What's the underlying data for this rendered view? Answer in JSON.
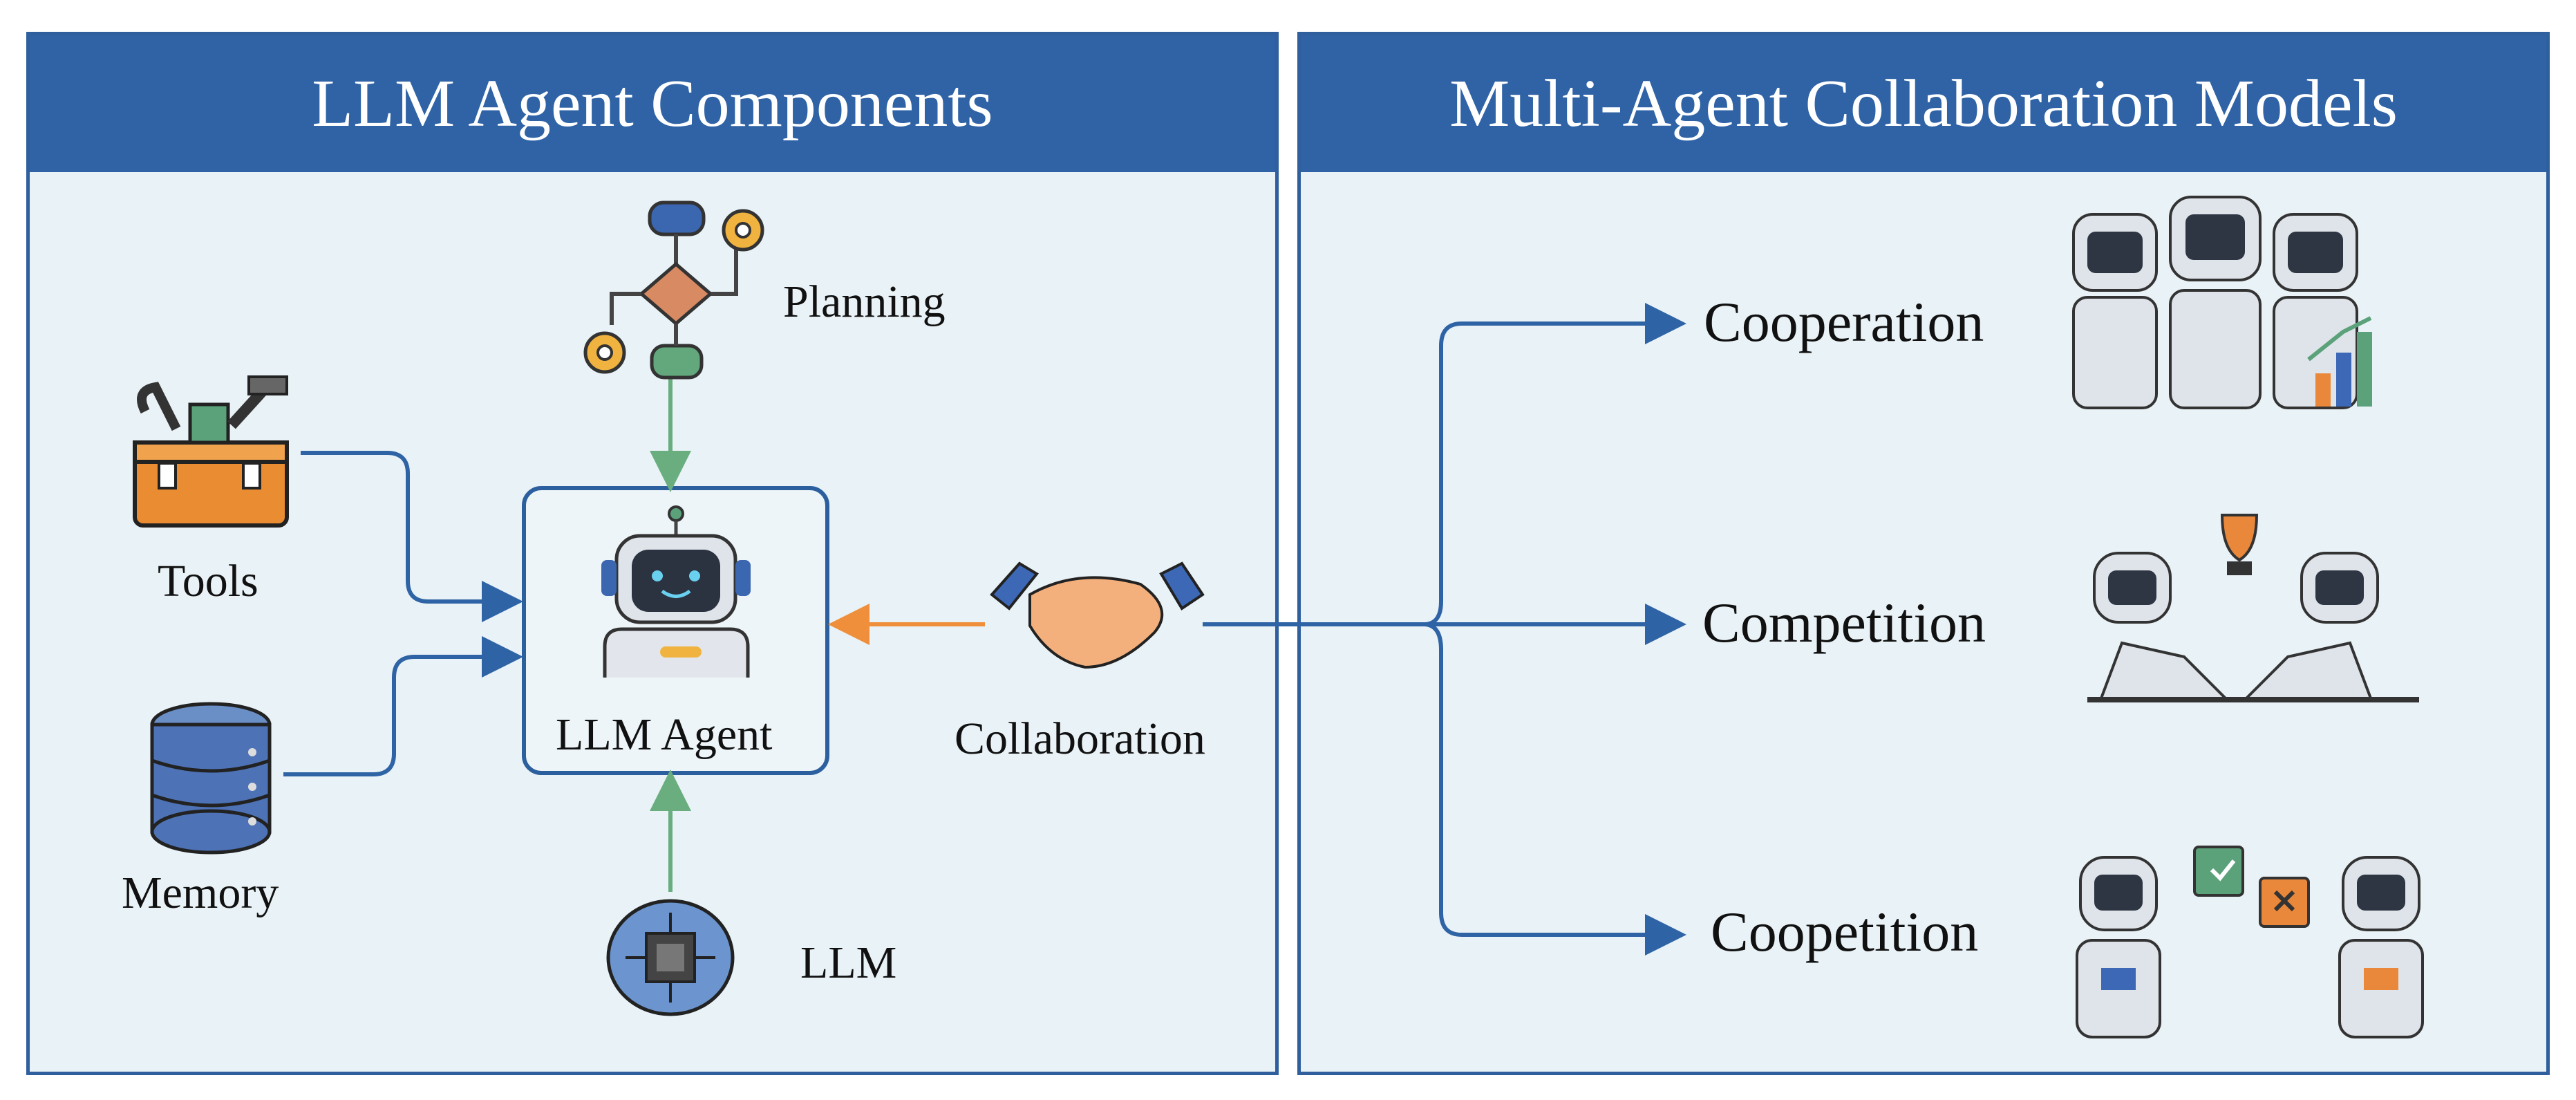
{
  "panels": {
    "left_title": "LLM Agent Components",
    "right_title": "Multi-Agent Collaboration Models"
  },
  "components": {
    "planning": "Planning",
    "tools": "Tools",
    "memory": "Memory",
    "agent": "LLM Agent",
    "llm": "LLM",
    "collaboration": "Collaboration"
  },
  "models": {
    "cooperation": "Cooperation",
    "competition": "Competition",
    "coopetition": "Coopetition"
  },
  "colors": {
    "header": "#2f63a6",
    "panel_bg": "#e9f2f6",
    "blue_arrow": "#2e63a5",
    "green_arrow": "#6aae7f",
    "orange_arrow": "#ef8f3b"
  },
  "icons": [
    "workflow-icon",
    "toolbox-icon",
    "database-icon",
    "robot-icon",
    "brain-chip-icon",
    "handshake-icon",
    "cooperation-robots-icon",
    "competition-robots-icon",
    "coopetition-robots-icon"
  ]
}
